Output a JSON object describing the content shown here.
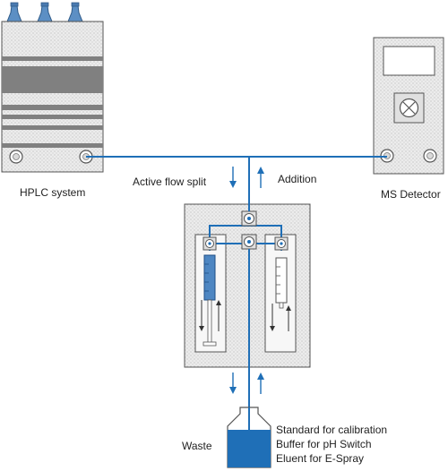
{
  "labels": {
    "hplc": "HPLC system",
    "ms": "MS Detector",
    "active_split": "Active flow split",
    "addition": "Addition",
    "waste": "Waste",
    "reservoir_lines": [
      "Standard for calibration",
      "Buffer for pH Switch",
      "Eluent for E-Spray"
    ]
  },
  "colors": {
    "flow": "#1f6fb7",
    "liquid": "#1f6fb7",
    "outline": "#555555",
    "panel": "#e6e6e6",
    "dark_band": "#808080"
  }
}
